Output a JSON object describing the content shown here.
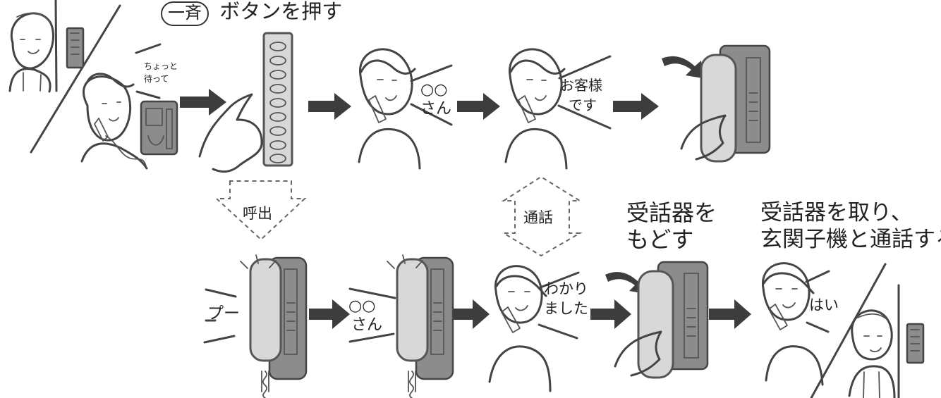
{
  "top": {
    "button_label": "一斉",
    "instruction": "ボタンを押す"
  },
  "bubbles": {
    "wait": [
      "ちょっと",
      "待って"
    ],
    "call_name_top": [
      "○○",
      "さん"
    ],
    "guest": [
      "お客様",
      "です"
    ],
    "beep": "プー",
    "call_name_bottom": [
      "○○",
      "さん"
    ],
    "understood": [
      "わかり",
      "ました"
    ],
    "yes": "はい"
  },
  "boxes": {
    "call": "呼出",
    "talk": "通話"
  },
  "instructions": {
    "return_handset": [
      "受話器を",
      "もどす"
    ],
    "take_handset": [
      "受話器を取り、",
      "玄関子機と通話する"
    ]
  },
  "colors": {
    "line": "#444444",
    "light_fill": "#d8d8d8",
    "dark_fill": "#8c8c8c"
  }
}
